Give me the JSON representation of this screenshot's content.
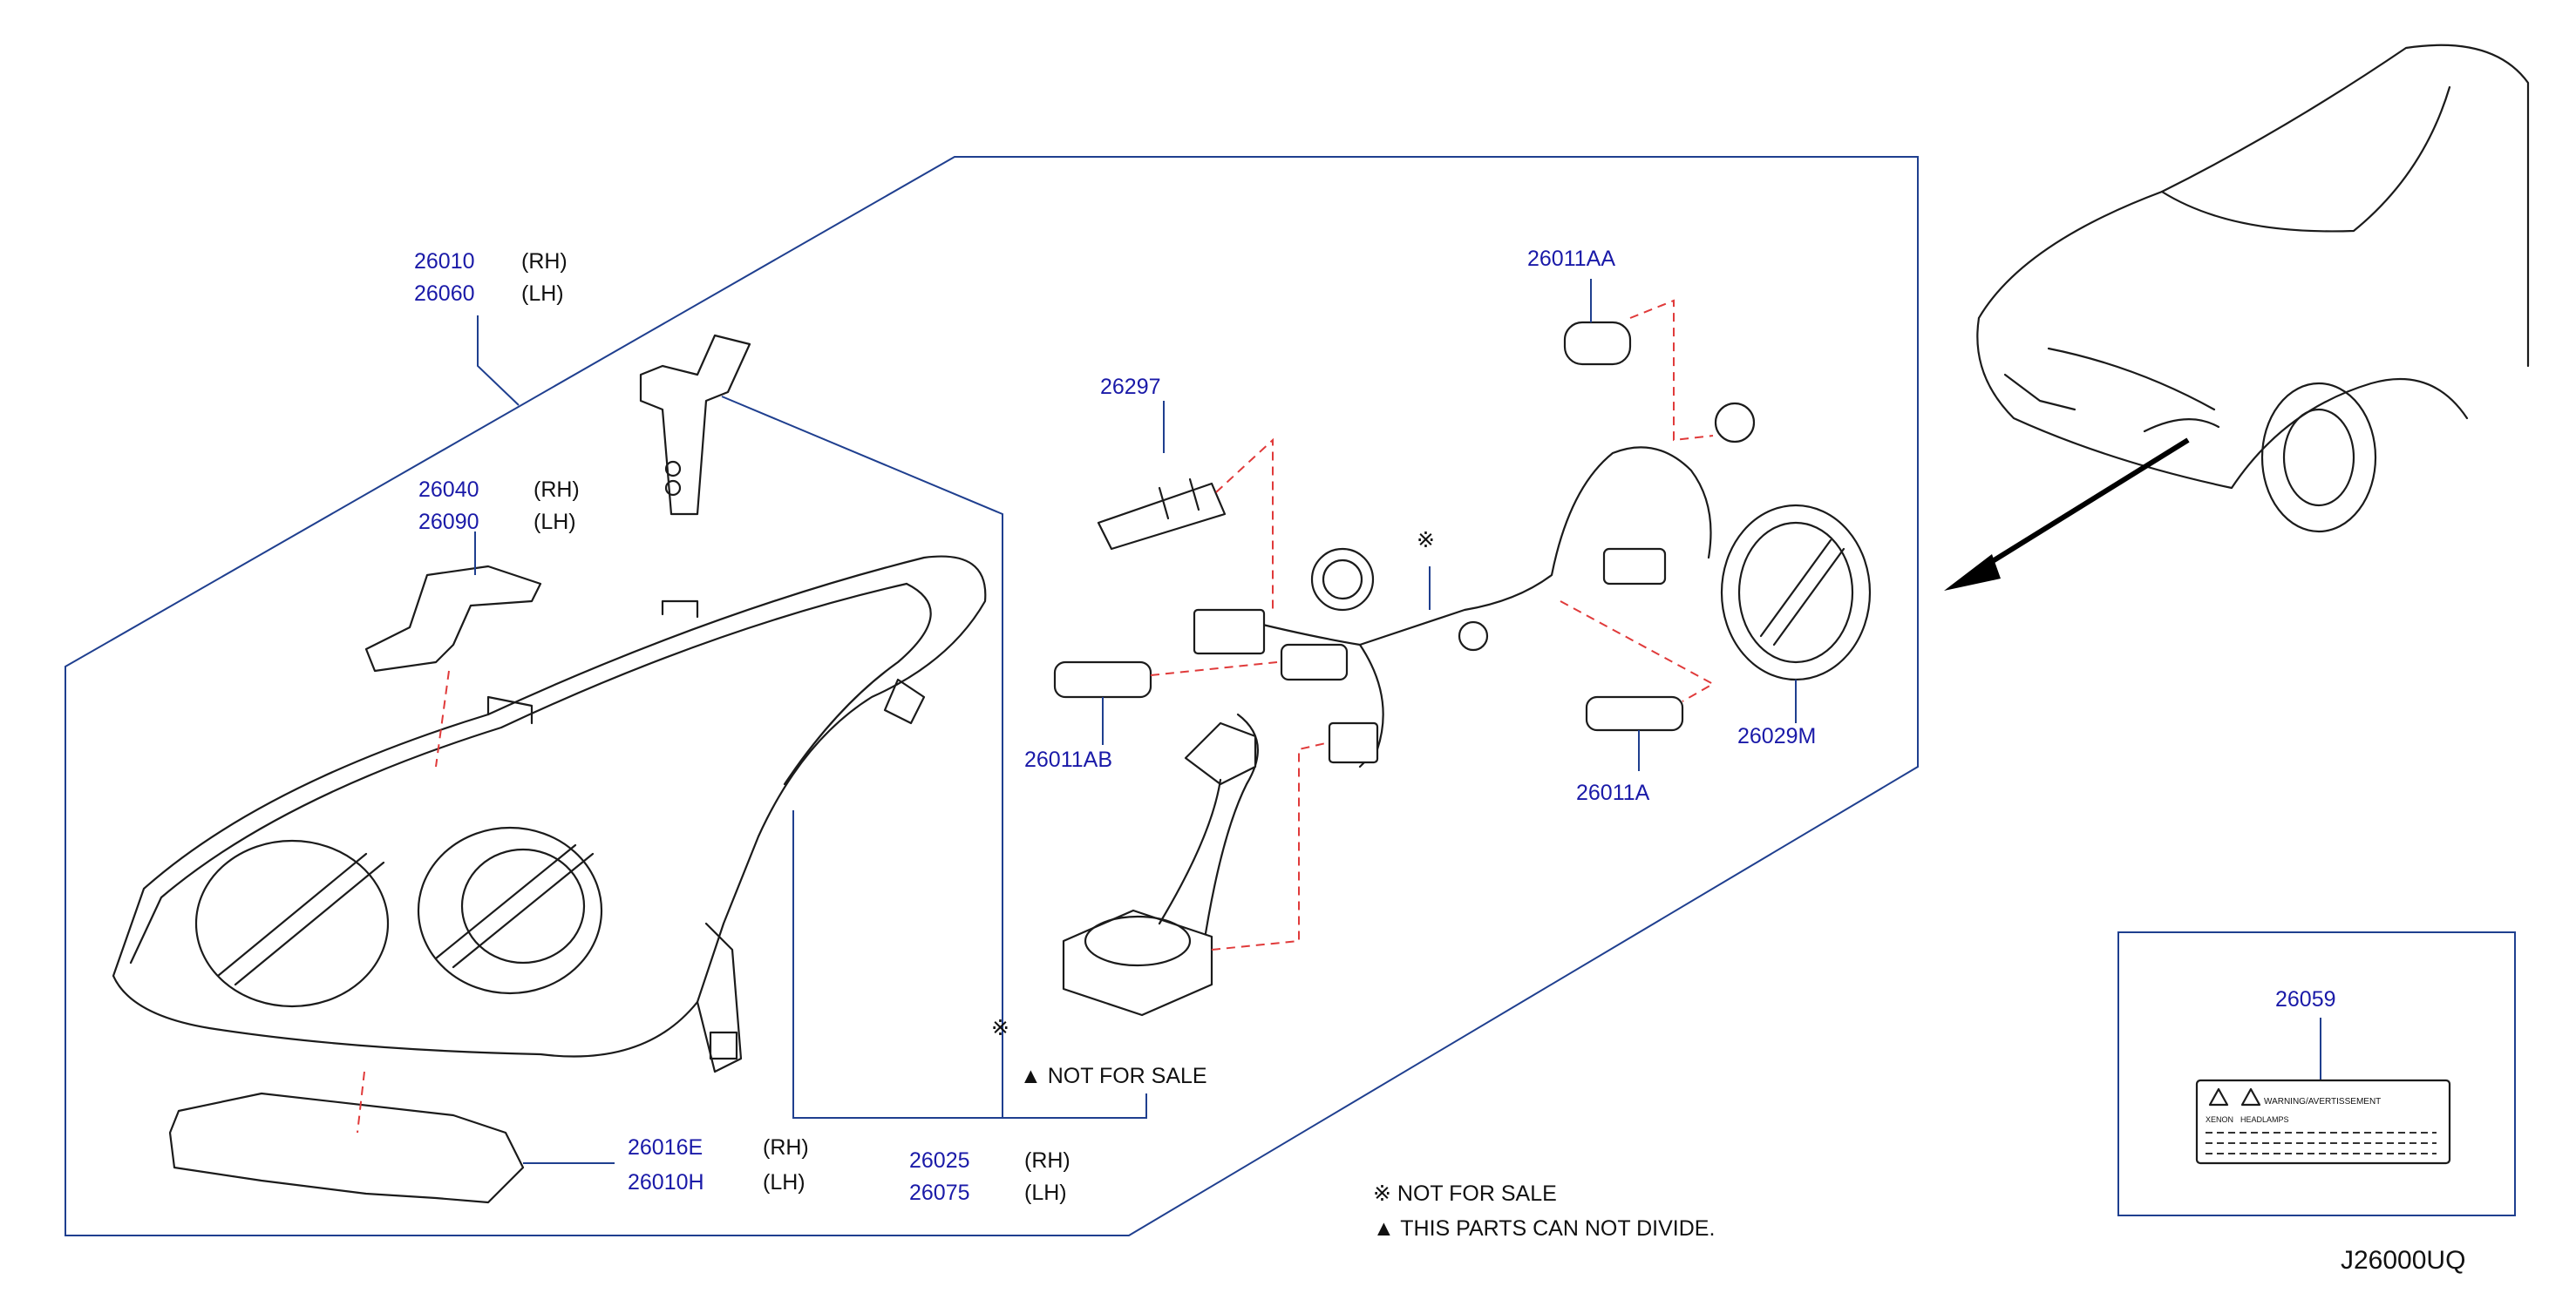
{
  "labels": {
    "p26010": "26010",
    "p26010_side": "(RH)",
    "p26060": "26060",
    "p26060_side": "(LH)",
    "p26040": "26040",
    "p26040_side": "(RH)",
    "p26090": "26090",
    "p26090_side": "(LH)",
    "p26297": "26297",
    "p26011AA": "26011AA",
    "p26011AB": "26011AB",
    "p26011A": "26011A",
    "p26029M": "26029M",
    "p26016E": "26016E",
    "p26016E_side": "(RH)",
    "p26010H": "26010H",
    "p26010H_side": "(LH)",
    "p26025": "26025",
    "p26025_side": "(RH)",
    "p26075": "26075",
    "p26075_side": "(LH)",
    "p26059": "26059",
    "nfs_inline": "▲ NOT   FOR   SALE",
    "note_nfs": "※ NOT   FOR   SALE",
    "note_divide": "▲ THIS   PARTS   CAN   NOT   DIVIDE.",
    "diagram_code": "J26000UQ",
    "label_warning": "WARNING/AVERTISSEMENT",
    "label_xenon": "XENON",
    "label_headlamps": "HEADLAMPS"
  },
  "symbols": {
    "not_for_sale_mark": "※"
  },
  "colors": {
    "part_number": "#1a1aa8",
    "leader_line": "#1f3f8f",
    "alignment_dash": "#e03a3a",
    "drawing": "#1b1b1b"
  }
}
